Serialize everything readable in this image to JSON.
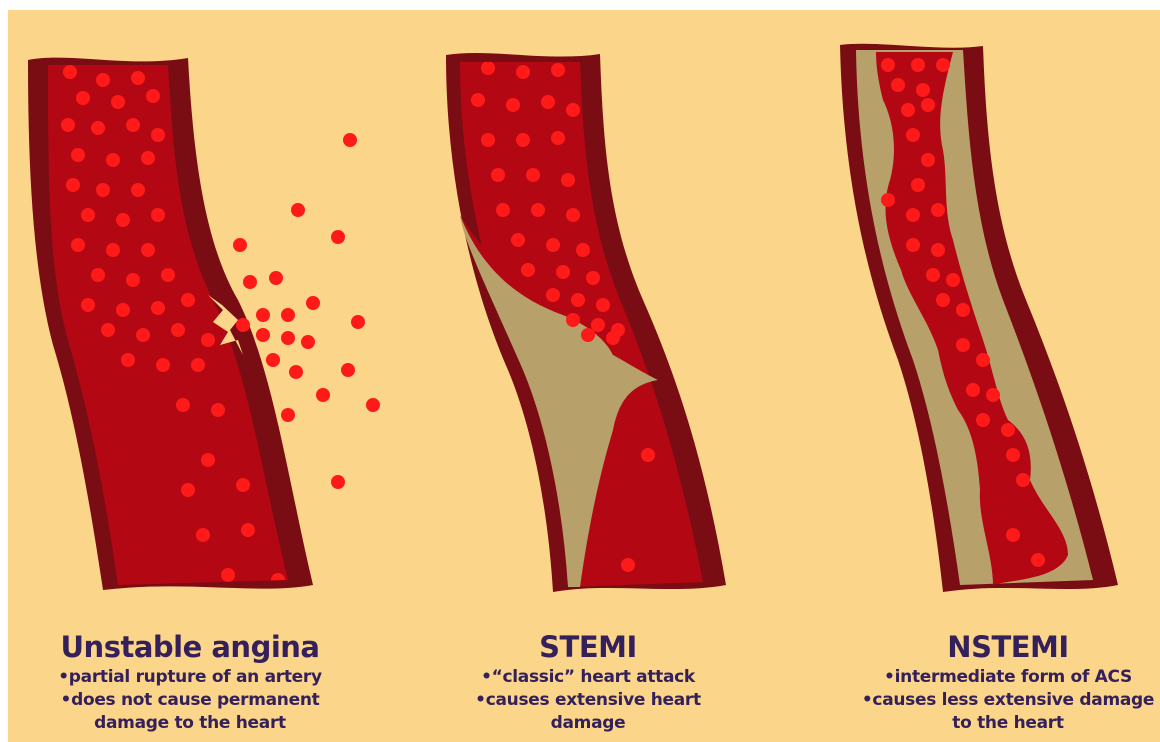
{
  "panels": [
    {
      "title": "Unstable angina",
      "bullets": [
        "•partial rupture of an artery",
        "•does not cause permanent",
        "damage to the heart"
      ]
    },
    {
      "title": "STEMI",
      "bullets": [
        "•“classic” heart attack",
        "•causes extensive heart",
        "damage"
      ]
    },
    {
      "title": "NSTEMI",
      "bullets": [
        "•intermediate form of ACS",
        "•causes less extensive damage",
        "to the heart"
      ]
    }
  ],
  "colors": {
    "background": "#fbd68a",
    "artery_wall": "#7a0d14",
    "blood": "#b30813",
    "blood_cell": "#ff1a1a",
    "plaque": "#b8a06a",
    "text": "#34205a"
  },
  "icons": [
    "artery-ruptured",
    "artery-blocked-clot",
    "artery-narrowed-plaque"
  ]
}
